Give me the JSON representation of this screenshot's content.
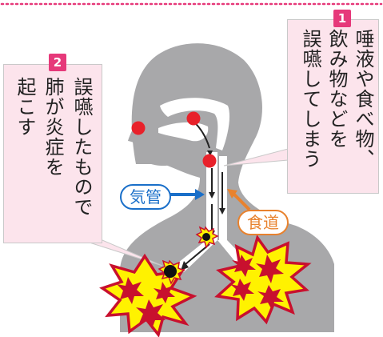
{
  "callout_1": {
    "badge": "1",
    "line_1": "唾液や食べ物、",
    "line_2": "飲み物などを",
    "line_3": "誤嚥してしまう"
  },
  "callout_2": {
    "badge": "2",
    "line_1": "誤嚥したもので",
    "line_2": "肺が炎症を",
    "line_3": "起こす"
  },
  "labels": {
    "trachea": "気管",
    "esophagus": "食道"
  },
  "colors": {
    "accent_pink": "#e6397a",
    "callout_fill": "#fce4ec",
    "trachea_blue": "#1a6fc9",
    "esophagus_orange": "#e8822e",
    "red_dot": "#e8212a",
    "burst_yellow": "#fff200",
    "burst_red": "#c8102e",
    "body_gray": "#a8a8aa"
  }
}
